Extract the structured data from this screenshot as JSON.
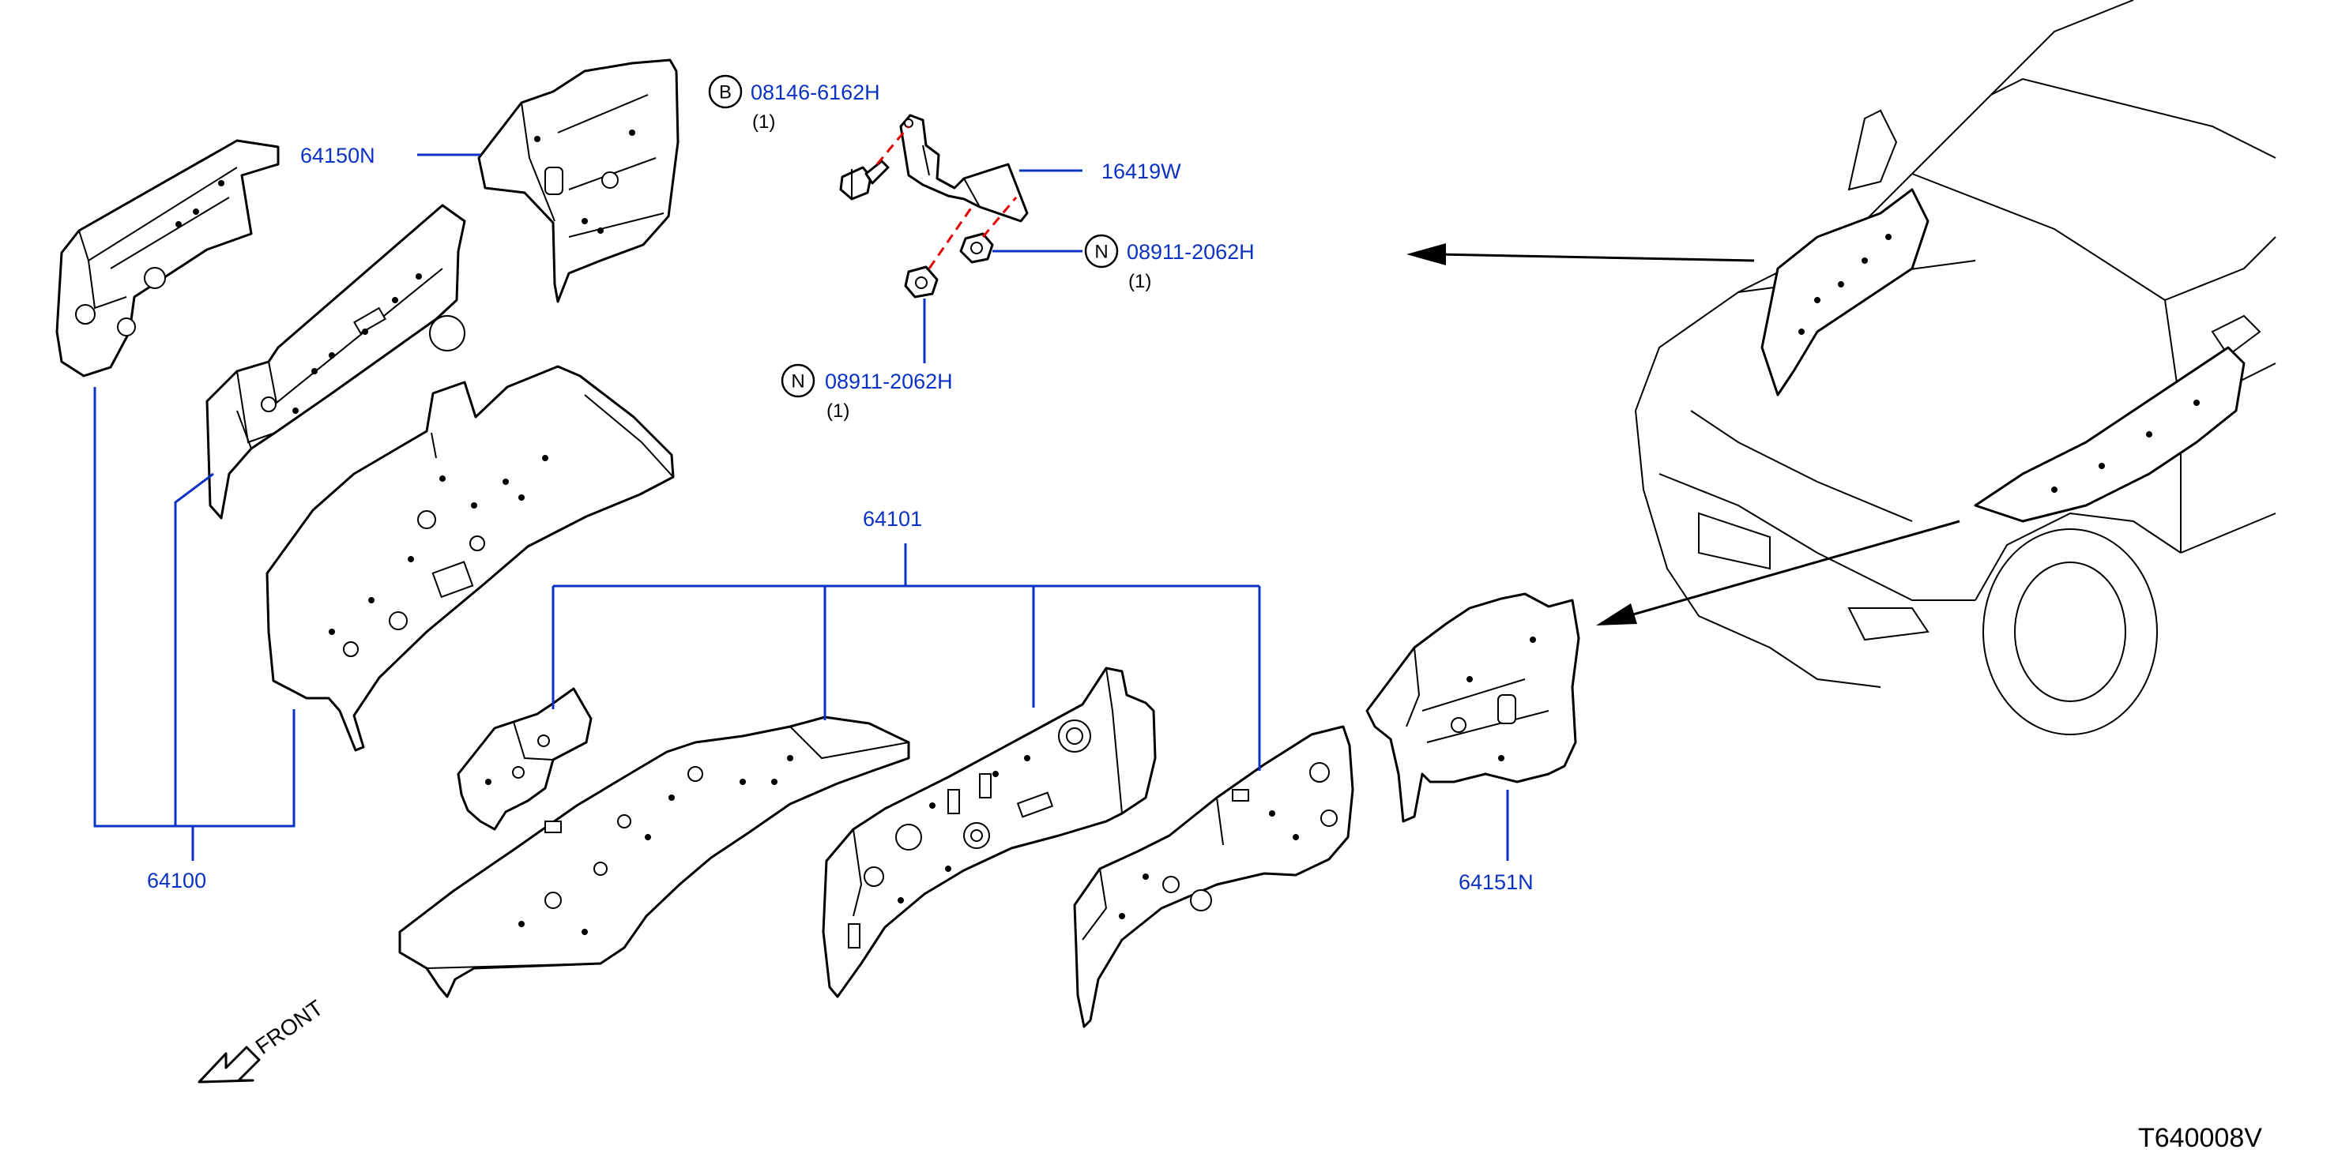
{
  "labels": {
    "p64150N": "64150N",
    "p64100": "64100",
    "p64101": "64101",
    "p64151N": "64151N",
    "p16419W": "16419W",
    "bolt": "08146-6162H",
    "bolt_qty": "(1)",
    "nut_right": "08911-2062H",
    "nut_right_qty": "(1)",
    "nut_bottom": "08911-2062H",
    "nut_bottom_qty": "(1)"
  },
  "markers": {
    "bolt": "B",
    "nut_right": "N",
    "nut_bottom": "N"
  },
  "front_label": "FRONT",
  "diagram_code": "T640008V",
  "colors": {
    "leader": "#0b32c4",
    "callout_text": "#0b32c4",
    "fastener_link": "#e00000",
    "outline": "#000000"
  },
  "icons": {
    "front_direction": "arrow-icon",
    "marker": "circle-badge"
  }
}
